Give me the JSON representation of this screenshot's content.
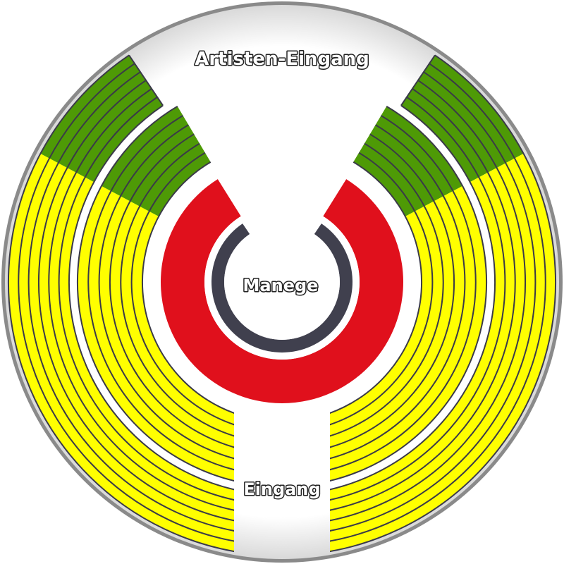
{
  "labels": {
    "artist_entrance": "Artisten-Eingang",
    "ring": "Manege",
    "entrance": "Eingang"
  },
  "colors": {
    "background": "#ffffff",
    "rim": "#8a8a8a",
    "plate": "#f2f2f2",
    "seating_front": "#ffff00",
    "seating_back": "#4e9a06",
    "row_lines": "#3a3a48",
    "inner_ring": "#e0101c",
    "ring_border": "#40404e"
  },
  "seating": {
    "outer_block_rows": 6,
    "inner_block_rows": 6
  }
}
